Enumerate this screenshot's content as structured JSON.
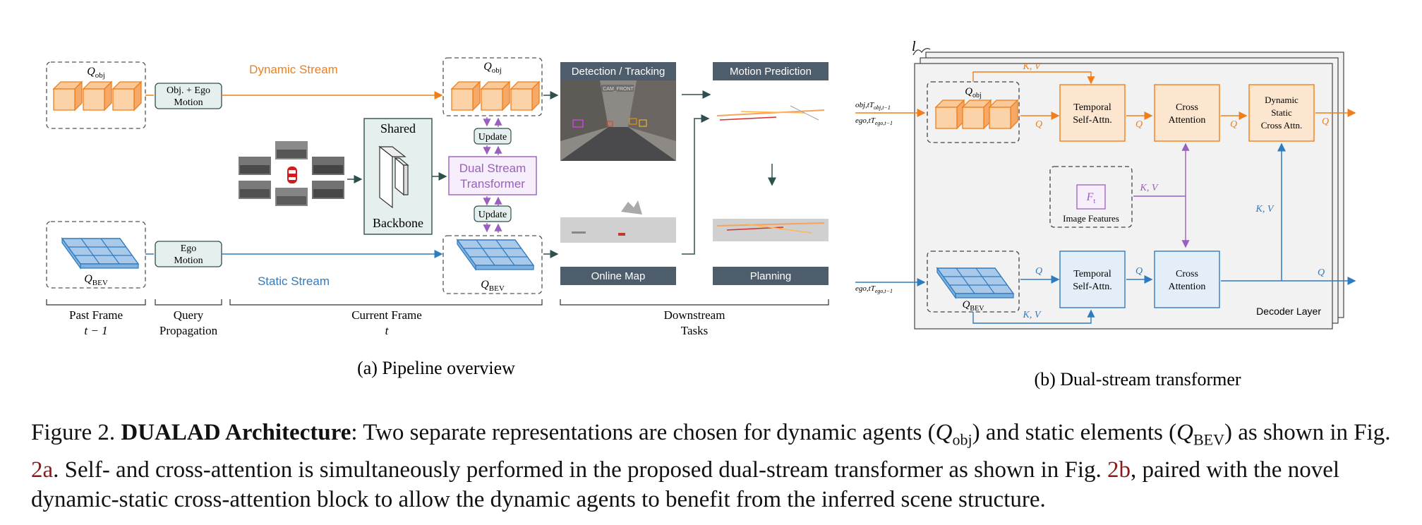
{
  "pipeline": {
    "q_obj_label": "Q",
    "q_obj_sub": "obj",
    "q_bev_label": "Q",
    "q_bev_sub": "BEV",
    "obj_ego_motion": [
      "Obj. + Ego",
      "Motion"
    ],
    "ego_motion": [
      "Ego",
      "Motion"
    ],
    "dynamic_stream": "Dynamic Stream",
    "static_stream": "Static Stream",
    "shared_backbone_top": "Shared",
    "shared_backbone_bottom": "Backbone",
    "update_label": "Update",
    "dual_stream_transformer": [
      "Dual Stream",
      "Transformer"
    ],
    "detection_tracking": "Detection / Tracking",
    "online_map": "Online Map",
    "motion_prediction": "Motion Prediction",
    "planning": "Planning",
    "cam_front": "CAM_FRONT",
    "stages": {
      "past_frame": [
        "Past Frame",
        "t − 1"
      ],
      "query_propagation": [
        "Query",
        "Propagation"
      ],
      "current_frame": [
        "Current Frame",
        "t"
      ],
      "downstream": [
        "Downstream",
        "Tasks"
      ]
    },
    "subcaption": "(a) Pipeline overview"
  },
  "decoder": {
    "layer_symbol": "l",
    "q_obj_label": "Q",
    "q_obj_sub": "obj",
    "q_bev_label": "Q",
    "q_bev_sub": "BEV",
    "t_obj": "obj,tT",
    "t_obj_sub": "obj,t−1",
    "t_ego": "ego,tT",
    "t_ego_sub": "ego,t−1",
    "t_ego_bottom": "ego,tT",
    "t_ego_bottom_sub": "ego,t−1",
    "temporal_self_attn": [
      "Temporal",
      "Self-Attn."
    ],
    "cross_attention": [
      "Cross",
      "Attention"
    ],
    "dynamic_static_cross": [
      "Dynamic",
      "Static",
      "Cross Attn."
    ],
    "image_features_symbol": "F",
    "image_features_sub": "t",
    "image_features": "Image Features",
    "kv": "K, V",
    "q": "Q",
    "decoder_layer": "Decoder Layer",
    "subcaption": "(b) Dual-stream transformer"
  },
  "caption": {
    "figure_label": "Figure 2.",
    "title": "DUALAD Architecture",
    "part1": ": Two separate representations are chosen for dynamic agents (",
    "q": "Q",
    "obj": "obj",
    "part2": ") and static elements (",
    "bev": "BEV",
    "part3": ") as shown in Fig. ",
    "ref_a": "2a",
    "part4": ". Self- and cross-attention is simultaneously performed in the proposed dual-stream transformer as shown in Fig. ",
    "ref_b": "2b",
    "part5": ", paired with the novel dynamic-static cross-attention block to allow the dynamic agents to benefit from the inferred scene structure."
  },
  "colors": {
    "orange": "#f07f1b",
    "orange_fill": "#fde6cf",
    "blue": "#2f7bbf",
    "blue_fill": "#e4eef8",
    "teal": "#2f4f4f",
    "teal_fill": "#e5efed",
    "purple": "#9a5fbf",
    "slate": "#4e5d6c",
    "caption_ref": "#8b1a1a"
  }
}
